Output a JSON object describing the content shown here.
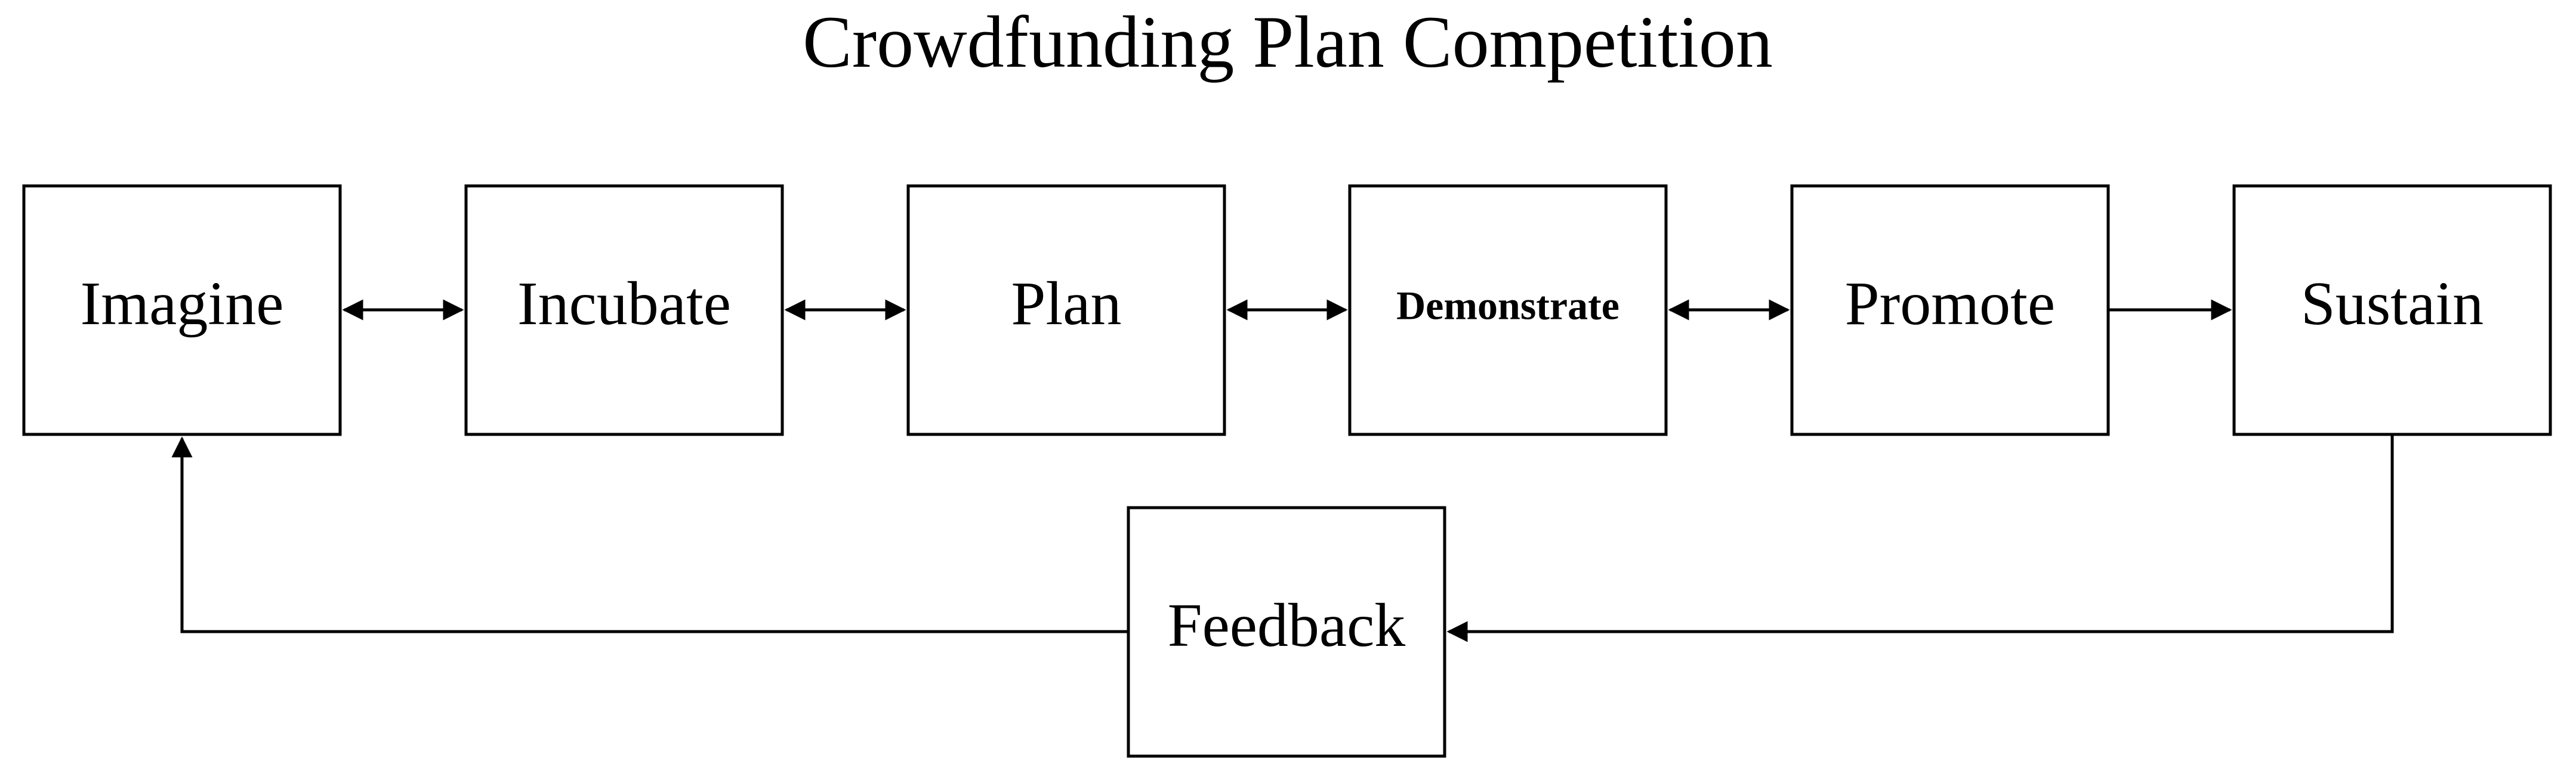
{
  "title": "Crowdfunding Plan Competition",
  "nodes": {
    "imagine": "Imagine",
    "incubate": "Incubate",
    "plan": "Plan",
    "demonstrate": "Demonstrate",
    "promote": "Promote",
    "sustain": "Sustain",
    "feedback": "Feedback"
  },
  "colors": {
    "stroke": "#000000",
    "background": "#ffffff"
  }
}
